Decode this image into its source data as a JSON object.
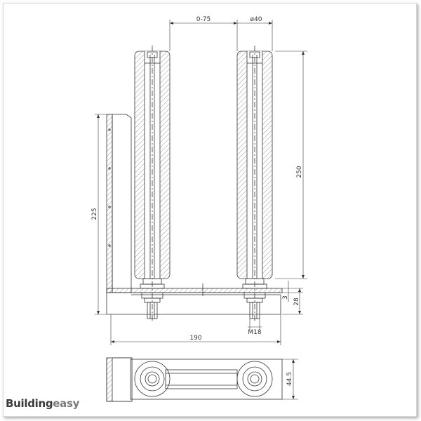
{
  "dimensions": {
    "spacing": "0-75",
    "diameter": "ø40",
    "height": "250",
    "total_height": "225",
    "width": "190",
    "thread": "M18",
    "plate": "3",
    "base": "28",
    "depth": "44.5"
  },
  "logo": {
    "part1": "Building",
    "part2": "easy"
  },
  "colors": {
    "line": "#333333",
    "hatch": "#555555"
  }
}
